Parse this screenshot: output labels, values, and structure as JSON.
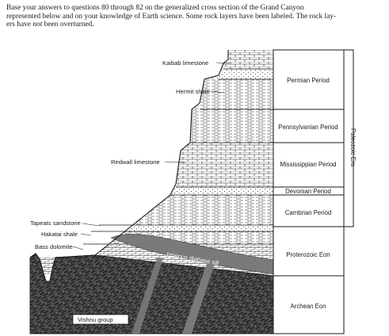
{
  "intro": {
    "line1": "Base your answers to questions 80 through 82 on the generalized cross section of the Grand Canyon",
    "line2": "represented below and on your knowledge of Earth science. Some rock layers have been labeled. The rock lay-",
    "line3_pre": "ers have ",
    "line3_em": "not",
    "line3_post": " been overturned."
  },
  "rock_labels": {
    "kaibab": "Kaibab limestone",
    "hermit": "Hermit shale",
    "redwall": "Redwall limestone",
    "tapeats": "Tapeats sandstone",
    "hakatai": "Hakatai shale",
    "bass": "Bass dolomite",
    "sill": "Igneous diabase sill",
    "vishnu": "Vishnu group"
  },
  "time_scale": {
    "permian": "Permian Period",
    "pennsylvanian": "Pennsylvanian Period",
    "mississippian": "Mississippian Period",
    "devonian": "Devonian Period",
    "cambrian": "Cambrian Period",
    "paleozoic": "Paleozoic Era",
    "proterozoic": "Proterozoic Eon",
    "archean": "Archean Eon"
  },
  "colors": {
    "ink": "#1a1a1a",
    "rock_dark": "#444444",
    "sill": "#7a7a7a"
  }
}
